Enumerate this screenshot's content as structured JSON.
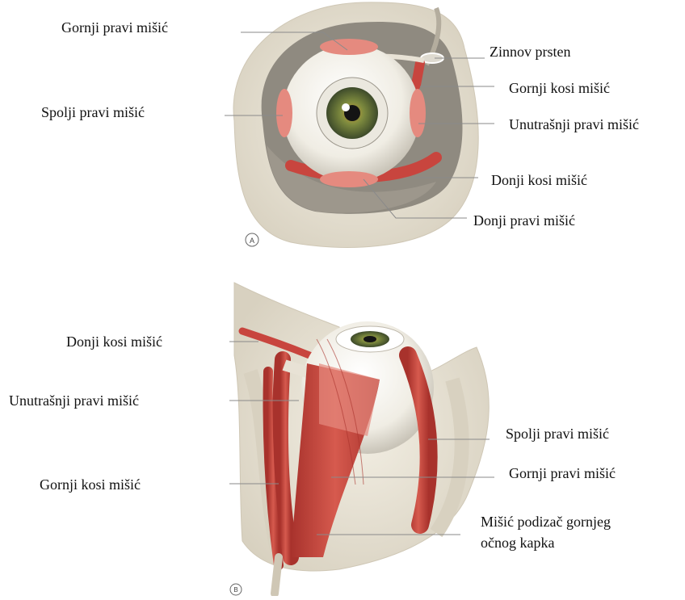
{
  "panel_a": {
    "marker": "A",
    "labels": {
      "superior_rectus": "Gornji pravi mišić",
      "annulus_of_zinn": "Zinnov prsten",
      "superior_oblique": "Gornji kosi mišić",
      "lateral_rectus": "Spolji pravi mišić",
      "medial_rectus": "Unutrašnji pravi mišić",
      "inferior_oblique": "Donji kosi mišić",
      "inferior_rectus": "Donji pravi mišić"
    }
  },
  "panel_b": {
    "marker": "B",
    "labels": {
      "inferior_oblique": "Donji kosi mišić",
      "medial_rectus": "Unutrašnji pravi mišić",
      "superior_oblique": "Gornji kosi mišić",
      "lateral_rectus": "Spolji pravi mišić",
      "superior_rectus": "Gornji pravi mišić",
      "levator_line1": "Mišić podizač gornjeg",
      "levator_line2": "očnog kapka"
    }
  },
  "colors": {
    "muscle": "#c8453e",
    "muscle_light": "#e58a7f",
    "bone": "#ece6d8",
    "orbit_cavity": "#8f8a80",
    "sclera": "#f3f1ea",
    "iris": "#6f7a3c",
    "leader_line": "#8a8a8a"
  }
}
